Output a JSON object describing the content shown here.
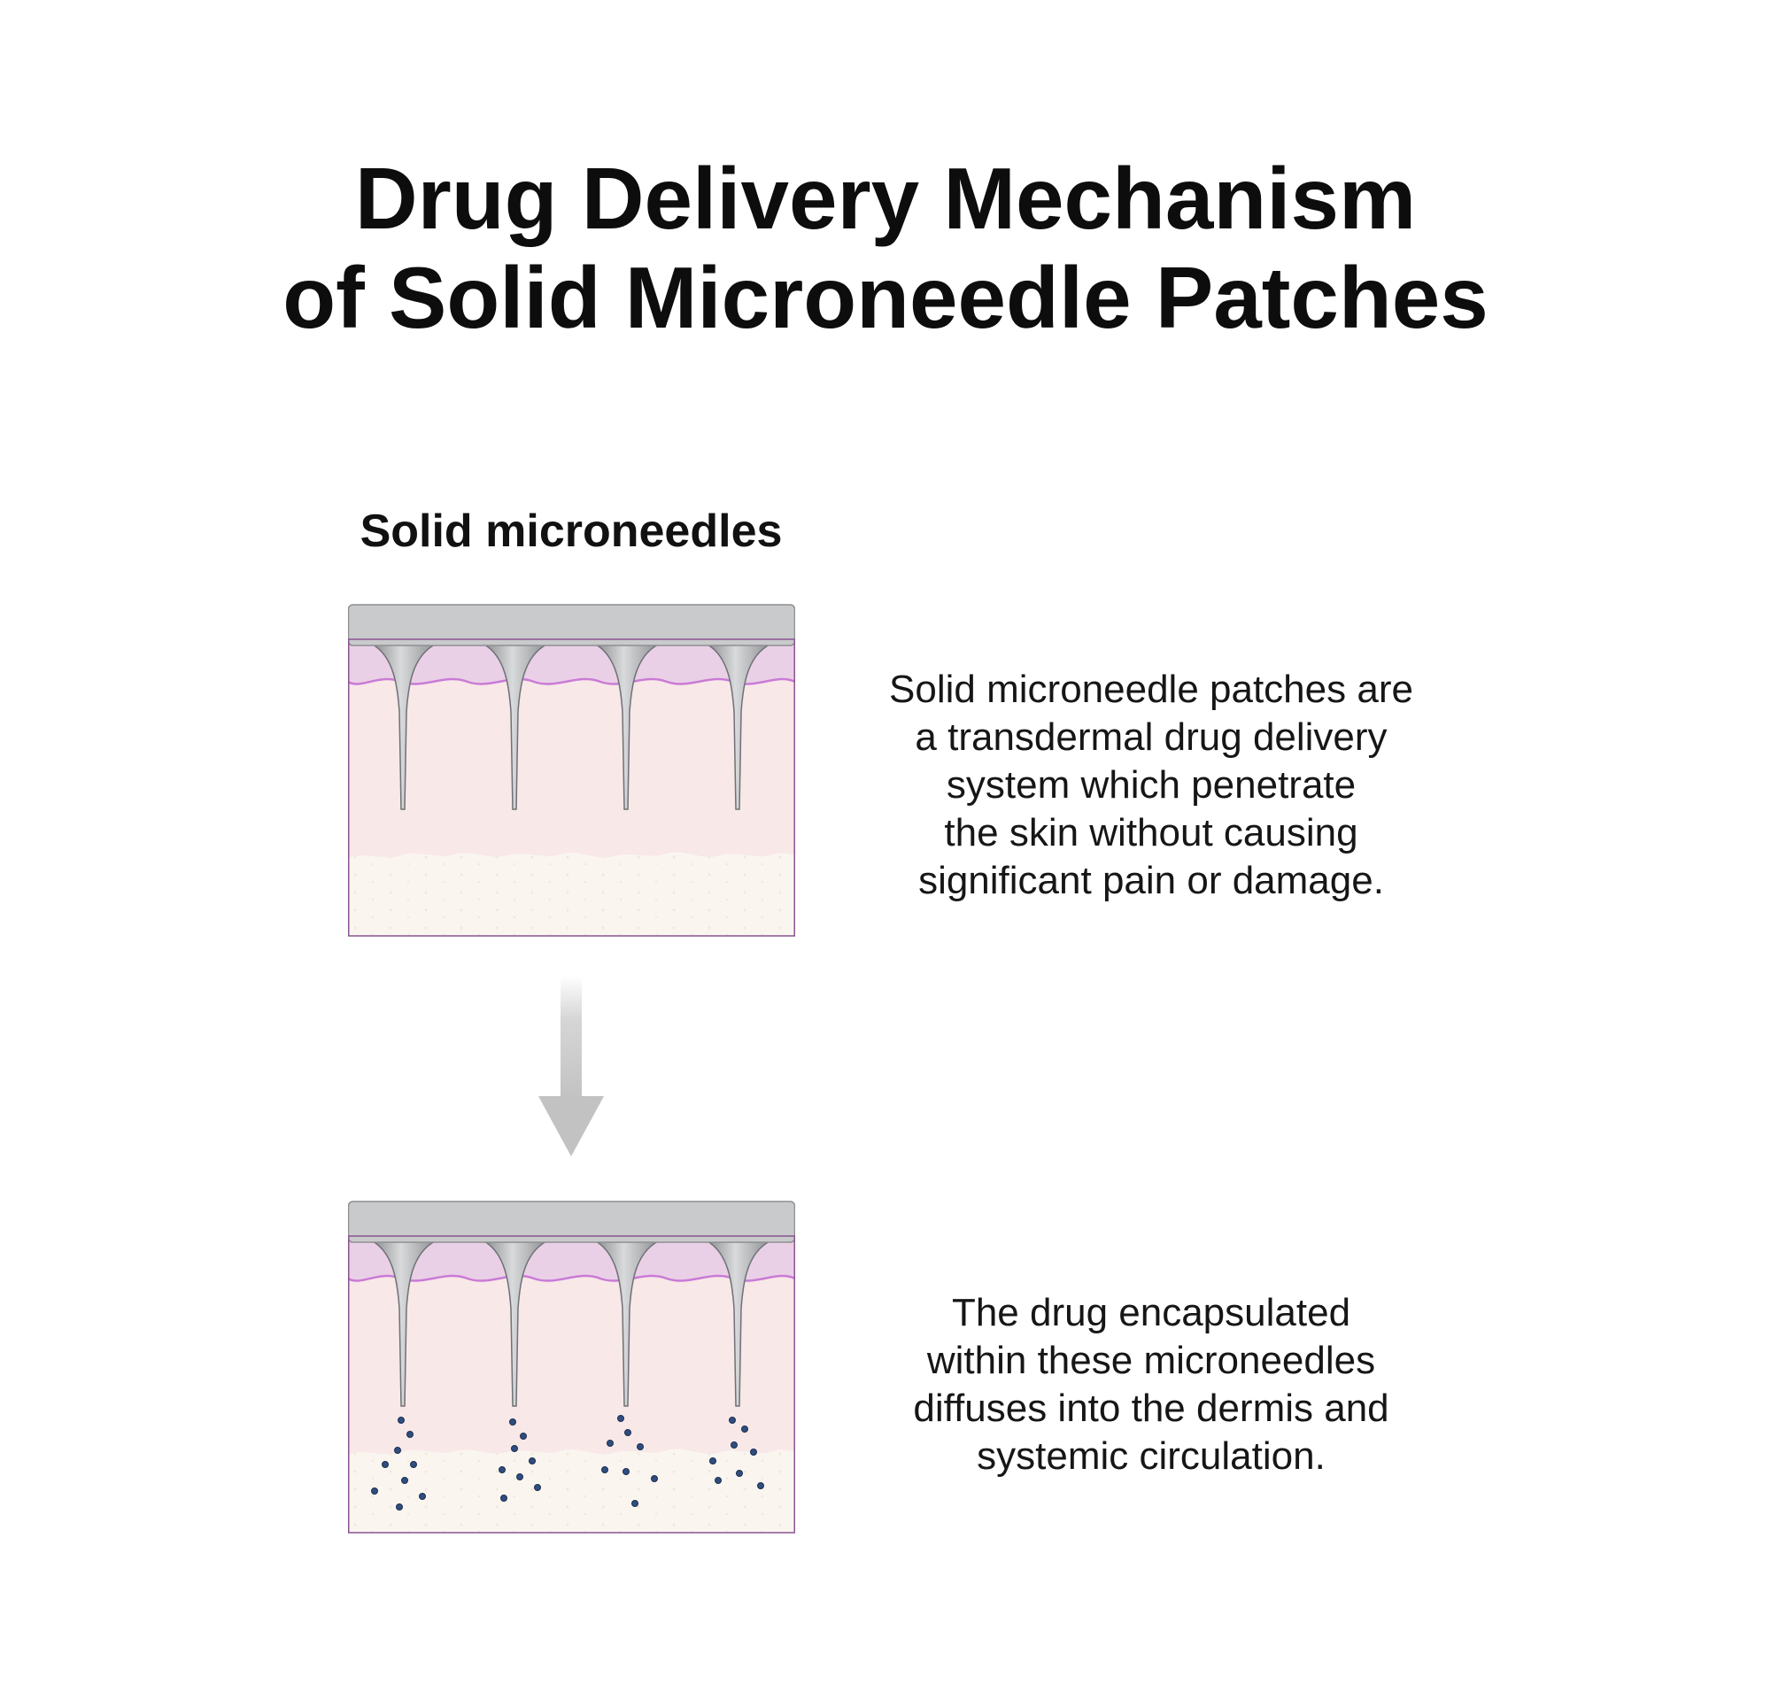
{
  "title": {
    "line1": "Drug Delivery Mechanism",
    "line2": "of Solid Microneedle Patches"
  },
  "panel_heading": "Solid microneedles",
  "step1": {
    "text_lines": [
      "Solid microneedle patches are",
      "a transdermal drug delivery",
      "system which penetrate",
      "the skin without causing",
      "significant pain or damage."
    ]
  },
  "step2": {
    "text_lines": [
      "The drug encapsulated",
      "within these microneedles",
      "diffuses into the dermis and",
      "systemic circulation."
    ]
  },
  "colors": {
    "patch_base": "#c9cacc",
    "needle": "#a6a8ab",
    "epidermis": "#ead0e6",
    "epidermis_line": "#c97bd6",
    "dermis": "#f8e8e8",
    "subcutis": "#faf6ef",
    "drug_particle": "#2f4d7e",
    "arrow": "#c4c4c4"
  },
  "icons": {
    "needle": "microneedle-icon",
    "particle": "drug-particle-icon",
    "arrow": "down-arrow-icon"
  }
}
